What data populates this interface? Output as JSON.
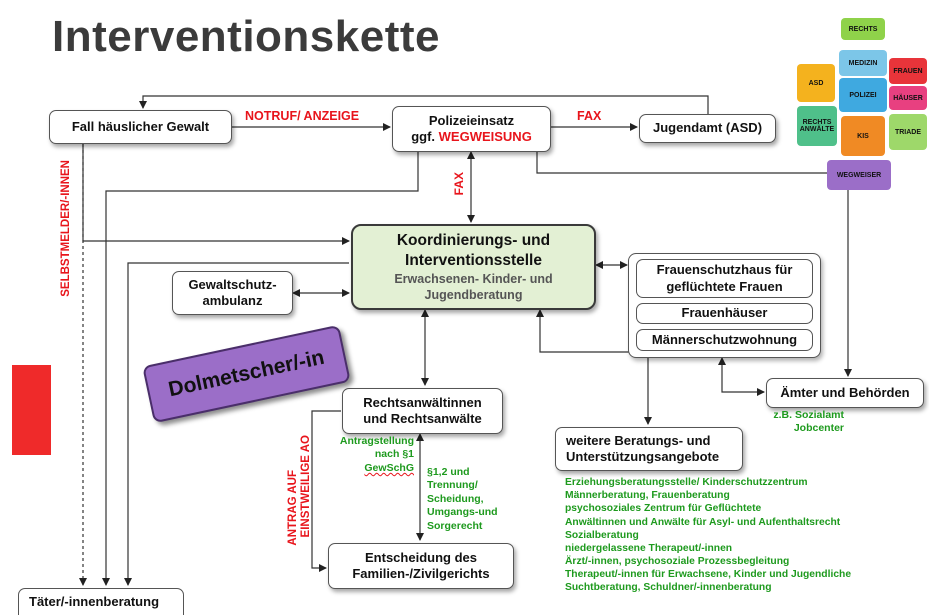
{
  "title": "Interventionskette",
  "boxes": {
    "fall": "Fall häuslicher Gewalt",
    "polizei_line1": "Polizeieinsatz",
    "polizei_prefix": "ggf.",
    "polizei_red": "WEGWEISUNG",
    "jugendamt": "Jugendamt (ASD)",
    "center_line1": "Koordinierungs- und",
    "center_line2": "Interventionsstelle",
    "center_line3": "Erwachsenen- Kinder- und",
    "center_line4": "Jugendberatung",
    "gewaltschutz_line1": "Gewaltschutz-",
    "gewaltschutz_line2": "ambulanz",
    "frauenschutz_line1": "Frauenschutzhaus für",
    "frauenschutz_line2": "geflüchtete Frauen",
    "frauenhaeuser": "Frauenhäuser",
    "maennerschutz": "Männerschutzwohnung",
    "aemter": "Ämter und Behörden",
    "rechtsanwaelte_line1": "Rechtsanwältinnen",
    "rechtsanwaelte_line2": "und Rechtsanwälte",
    "weitere_line1": "weitere Beratungs- und",
    "weitere_line2": "Unterstützungsangebote",
    "entscheidung_line1": "Entscheidung des",
    "entscheidung_line2": "Familien-/Zivilgerichts",
    "taeter": "Täter/-innenberatung",
    "dolmetscher": "Dolmetscher/-in"
  },
  "labels": {
    "notruf": "NOTRUF/ ANZEIGE",
    "fax_top": "FAX",
    "fax_vertical": "FAX",
    "selbstmelder": "SELBSTMELDER/-INNEN",
    "antrag_line1": "ANTRAG AUF",
    "antrag_line2": "EINSTWEILIGE AO"
  },
  "notes": {
    "aemter": [
      "z.B. Sozialamt",
      "Jobcenter"
    ],
    "antragstellung": [
      "Antragstellung",
      "nach §1",
      "GewSchG"
    ],
    "paragraph": [
      "§1,2 und",
      "Trennung/",
      "Scheidung,",
      "Umgangs-und",
      "Sorgerecht"
    ],
    "weitere": [
      "Erziehungsberatungsstelle/ Kinderschutzzentrum",
      "Männerberatung, Frauenberatung",
      "psychosoziales Zentrum für Geflüchtete",
      "Anwältinnen und Anwälte für Asyl- und Aufenthaltsrecht",
      "Sozialberatung",
      "niedergelassene Therapeut/-innen",
      "Ärzt/-innen, psychosoziale Prozessbegleitung",
      "Therapeut/-innen für Erwachsene, Kinder und Jugendliche",
      "Suchtberatung, Schuldner/-innenberatung"
    ]
  },
  "puzzle": {
    "pieces": [
      "RECHTS",
      "MEDIZIN",
      "ASD",
      "POLIZEI",
      "FRAUEN",
      "HÄUSER",
      "RECHTS ANWÄLTE",
      "KIS",
      "TRIADE",
      "WEGWEISER"
    ]
  },
  "colors": {
    "accent_red": "#e8141b",
    "note_green": "#1e9a1e",
    "center_fill": "#e3f0d4",
    "dolmetscher_fill": "#9b6ec8",
    "side_bar": "#ef2a2a"
  }
}
